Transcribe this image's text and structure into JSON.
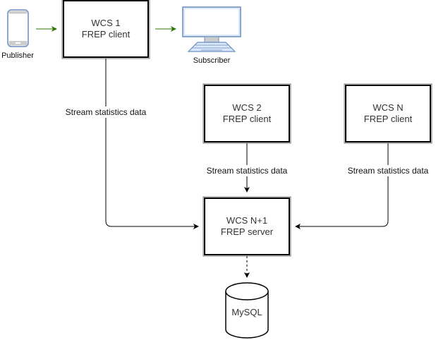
{
  "nodes": {
    "publisher": {
      "label": "Publisher",
      "icon": "smartphone-icon"
    },
    "subscriber": {
      "label": "Subscriber",
      "icon": "desktop-computer-icon"
    },
    "wcs1": {
      "line1": "WCS 1",
      "line2": "FREP client"
    },
    "wcs2": {
      "line1": "WCS 2",
      "line2": "FREP client"
    },
    "wcsn": {
      "line1": "WCS N",
      "line2": "FREP client"
    },
    "server": {
      "line1": "WCS N+1",
      "line2": "FREP server"
    },
    "db": {
      "label": "MySQL",
      "icon": "database-cylinder-icon"
    }
  },
  "edges": {
    "wcs1_to_server": {
      "label": "Stream statistics data"
    },
    "wcs2_to_server": {
      "label": "Stream statistics data"
    },
    "wcsn_to_server": {
      "label": "Stream statistics data"
    }
  },
  "colors": {
    "stream_arrow": "#2d7600",
    "icon_stroke": "#6c8ebf",
    "icon_fill": "#dae8fc"
  }
}
